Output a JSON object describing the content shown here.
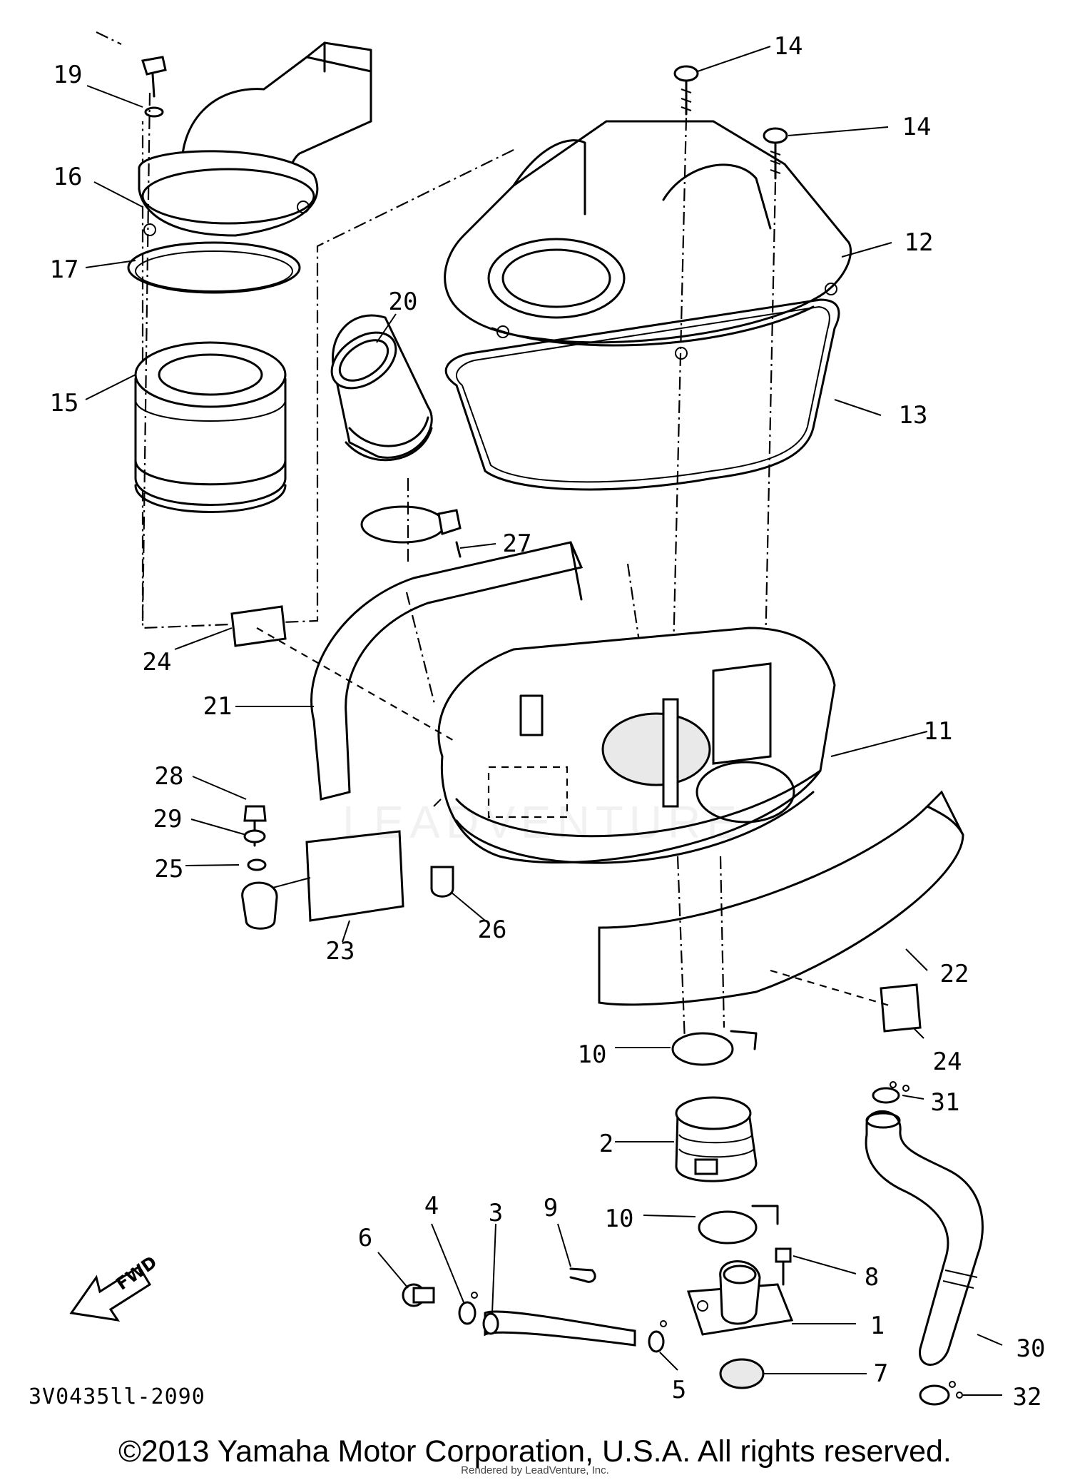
{
  "diagram": {
    "part_code": "3V0435ll-2090",
    "fwd_label": "FWD",
    "watermark": "LEADVENTURE",
    "callouts": [
      {
        "id": "14a",
        "text": "14"
      },
      {
        "id": "14b",
        "text": "14"
      },
      {
        "id": "19",
        "text": "19"
      },
      {
        "id": "16",
        "text": "16"
      },
      {
        "id": "17",
        "text": "17"
      },
      {
        "id": "12",
        "text": "12"
      },
      {
        "id": "20",
        "text": "20"
      },
      {
        "id": "15",
        "text": "15"
      },
      {
        "id": "13",
        "text": "13"
      },
      {
        "id": "27",
        "text": "27"
      },
      {
        "id": "24a",
        "text": "24"
      },
      {
        "id": "21",
        "text": "21"
      },
      {
        "id": "11",
        "text": "11"
      },
      {
        "id": "28",
        "text": "28"
      },
      {
        "id": "29",
        "text": "29"
      },
      {
        "id": "25",
        "text": "25"
      },
      {
        "id": "26",
        "text": "26"
      },
      {
        "id": "23",
        "text": "23"
      },
      {
        "id": "22",
        "text": "22"
      },
      {
        "id": "10a",
        "text": "10"
      },
      {
        "id": "24b",
        "text": "24"
      },
      {
        "id": "31",
        "text": "31"
      },
      {
        "id": "2",
        "text": "2"
      },
      {
        "id": "4",
        "text": "4"
      },
      {
        "id": "3",
        "text": "3"
      },
      {
        "id": "9",
        "text": "9"
      },
      {
        "id": "10b",
        "text": "10"
      },
      {
        "id": "6",
        "text": "6"
      },
      {
        "id": "8",
        "text": "8"
      },
      {
        "id": "1",
        "text": "1"
      },
      {
        "id": "30",
        "text": "30"
      },
      {
        "id": "5",
        "text": "5"
      },
      {
        "id": "7",
        "text": "7"
      },
      {
        "id": "32",
        "text": "32"
      }
    ]
  },
  "footer": {
    "copyright": "©2013 Yamaha Motor Corporation, U.S.A. All rights reserved.",
    "rendered_by": "Rendered by LeadVenture, Inc."
  }
}
